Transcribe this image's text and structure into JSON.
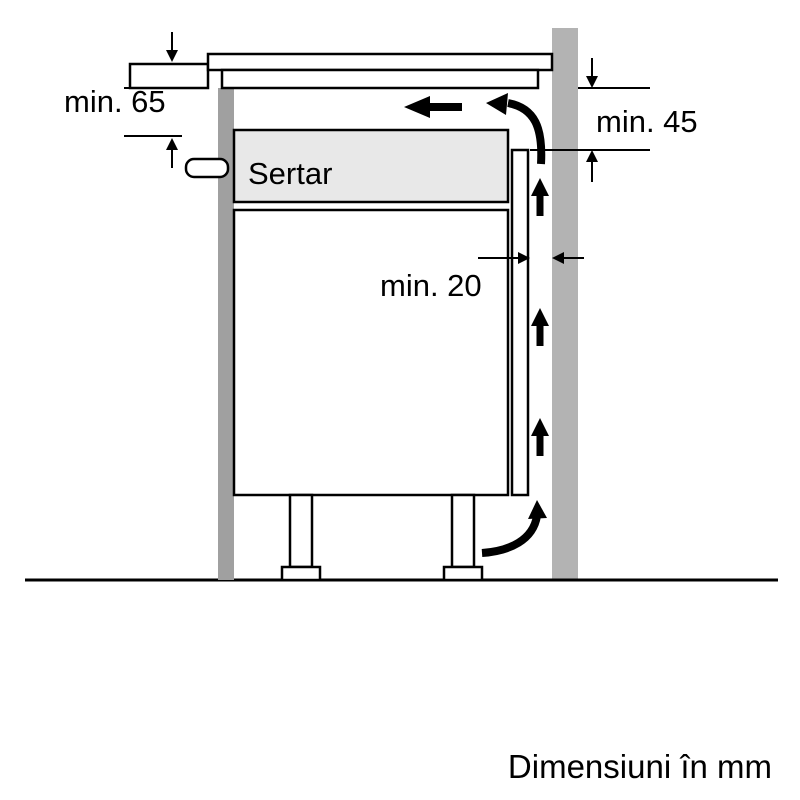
{
  "diagram": {
    "labels": {
      "min_top_left": "min. 65",
      "min_right": "min. 45",
      "min_gap": "min. 20",
      "drawer": "Sertar",
      "caption": "Dimensiuni în mm"
    },
    "colors": {
      "wall": "#b3b3b3",
      "side_panel": "#a0a0a0",
      "drawer_fill": "#e8e8e8",
      "line": "#000000"
    }
  }
}
